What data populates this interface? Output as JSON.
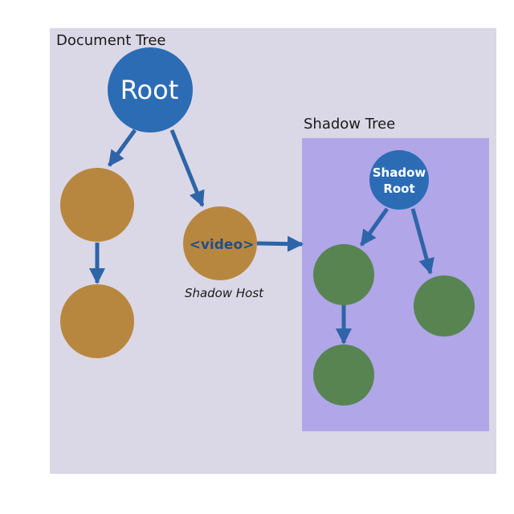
{
  "document_tree": {
    "label": "Document Tree",
    "root_label": "Root",
    "video_label": "<video>",
    "shadow_host_caption": "Shadow Host"
  },
  "shadow_tree": {
    "label": "Shadow Tree",
    "shadow_root_line1": "Shadow",
    "shadow_root_line2": "Root"
  },
  "colors": {
    "document_bg": "#dad8e6",
    "shadow_bg": "#b0a6e8",
    "root_node": "#2b6cb5",
    "document_node": "#b8873f",
    "shadow_node": "#588452",
    "arrow": "#2e64a8"
  }
}
